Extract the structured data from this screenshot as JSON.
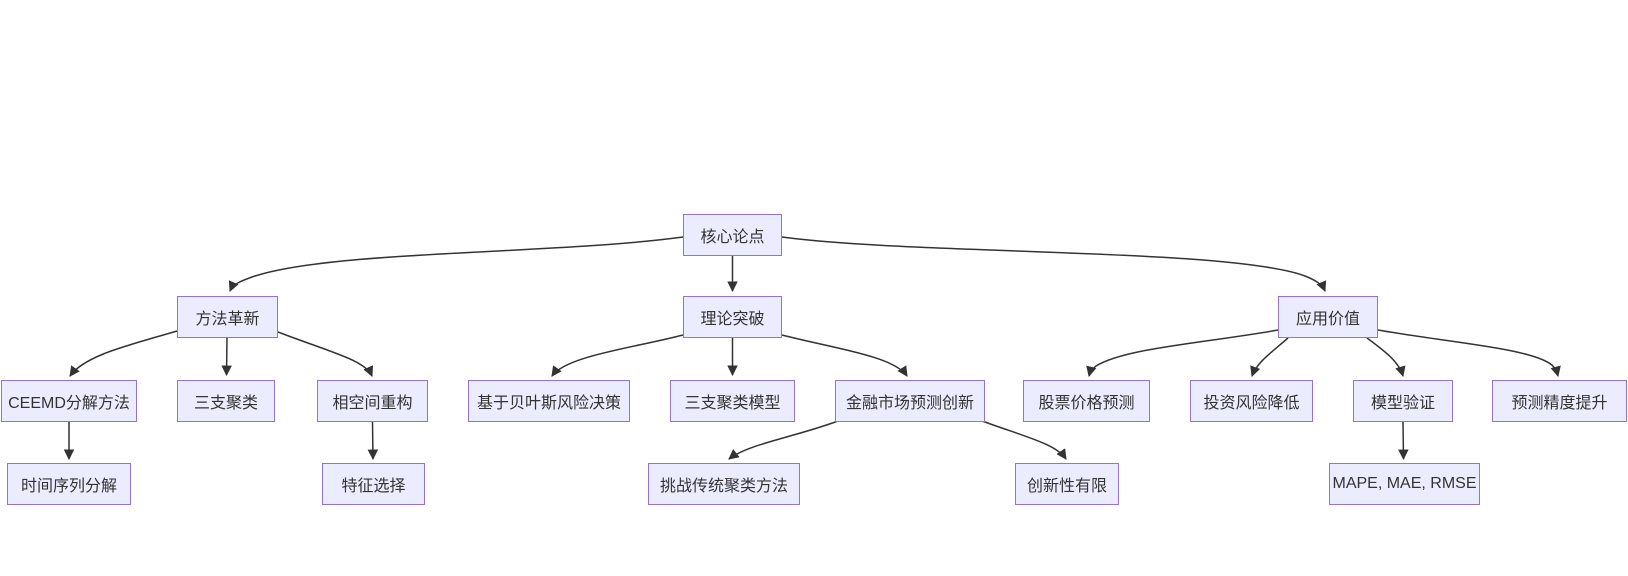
{
  "diagram": {
    "type": "flowchart-tree",
    "background_color": "#ffffff",
    "node_fill_color": "#ECECFF",
    "node_border_color": "#9370DB",
    "edge_color": "#333333",
    "text_color": "#333333",
    "nodes": {
      "core_thesis": "核心论点",
      "method_innovation": "方法革新",
      "theory_breakthrough": "理论突破",
      "application_value": "应用价值",
      "ceemd_decomposition": "CEEMD分解方法",
      "three_way_clustering": "三支聚类",
      "phase_space_reconstruction": "相空间重构",
      "bayesian_risk_decision": "基于贝叶斯风险决策",
      "three_way_clustering_model": "三支聚类模型",
      "financial_market_forecast_innovation": "金融市场预测创新",
      "stock_price_prediction": "股票价格预测",
      "investment_risk_reduction": "投资风险降低",
      "model_validation": "模型验证",
      "forecast_accuracy_improvement": "预测精度提升",
      "time_series_decomposition": "时间序列分解",
      "feature_selection": "特征选择",
      "challenge_traditional_clustering": "挑战传统聚类方法",
      "limited_innovation": "创新性有限",
      "evaluation_metrics": "MAPE, MAE, RMSE"
    },
    "edges": [
      {
        "from": "core_thesis",
        "to": "method_innovation"
      },
      {
        "from": "core_thesis",
        "to": "theory_breakthrough"
      },
      {
        "from": "core_thesis",
        "to": "application_value"
      },
      {
        "from": "method_innovation",
        "to": "ceemd_decomposition"
      },
      {
        "from": "method_innovation",
        "to": "three_way_clustering"
      },
      {
        "from": "method_innovation",
        "to": "phase_space_reconstruction"
      },
      {
        "from": "theory_breakthrough",
        "to": "bayesian_risk_decision"
      },
      {
        "from": "theory_breakthrough",
        "to": "three_way_clustering_model"
      },
      {
        "from": "theory_breakthrough",
        "to": "financial_market_forecast_innovation"
      },
      {
        "from": "application_value",
        "to": "stock_price_prediction"
      },
      {
        "from": "application_value",
        "to": "investment_risk_reduction"
      },
      {
        "from": "application_value",
        "to": "model_validation"
      },
      {
        "from": "application_value",
        "to": "forecast_accuracy_improvement"
      },
      {
        "from": "ceemd_decomposition",
        "to": "time_series_decomposition"
      },
      {
        "from": "phase_space_reconstruction",
        "to": "feature_selection"
      },
      {
        "from": "financial_market_forecast_innovation",
        "to": "challenge_traditional_clustering"
      },
      {
        "from": "financial_market_forecast_innovation",
        "to": "limited_innovation"
      },
      {
        "from": "model_validation",
        "to": "evaluation_metrics"
      }
    ]
  }
}
